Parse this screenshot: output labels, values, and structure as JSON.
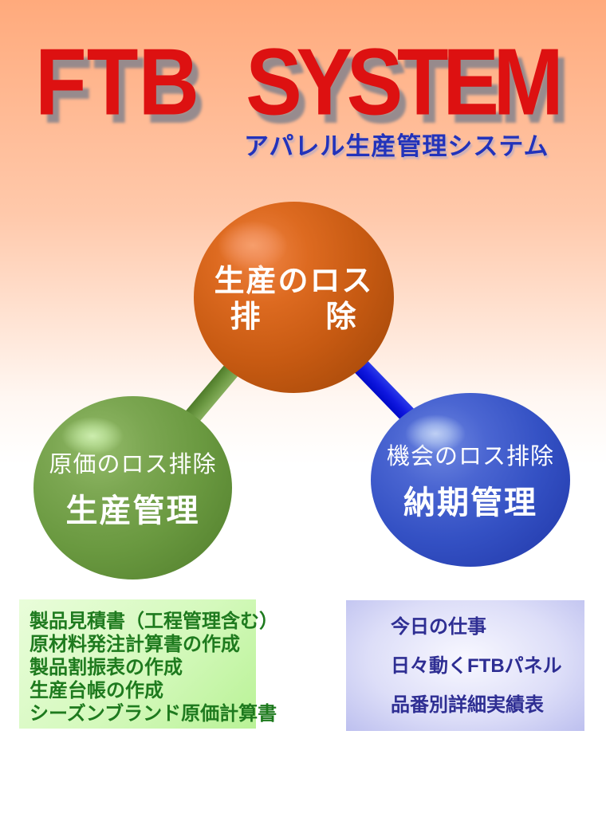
{
  "title": {
    "brand": "FTB",
    "product": "SYSTEM",
    "subtitle": "アパレル生産管理システム"
  },
  "diagram": {
    "production": {
      "line1": "生産のロス",
      "line2": "排　　除"
    },
    "cost": {
      "caption": "原価のロス排除",
      "name": "生産管理"
    },
    "delivery": {
      "caption": "機会のロス排除",
      "name": "納期管理"
    }
  },
  "panels": {
    "production_menu": {
      "items": [
        "製品見積書（工程管理含む）",
        "原材料発注計算書の作成",
        "製品割振表の作成",
        "生産台帳の作成",
        "シーズンブランド原価計算書"
      ]
    },
    "delivery_menu": {
      "items": [
        "今日の仕事",
        "日々動くFTBパネル",
        "品番別詳細実績表"
      ]
    }
  },
  "colors": {
    "title-red": "#dd1111",
    "subtitle-blue": "#2233bb",
    "sphere-orange": "#c75a12",
    "sphere-orange-dark": "#9c4407",
    "sphere-green": "#6a9940",
    "sphere-green-dark": "#4f7c2a",
    "sphere-blue": "#3451c4",
    "sphere-blue-dark": "#1f35a6",
    "connector-blue": "#1018e0",
    "panel-green-from": "#e9fdda",
    "panel-green-to": "#b9f296",
    "panel-green-text": "#1e7a1e",
    "panel-blue-center": "#f8f8ff",
    "panel-blue-edge": "#a8ace9",
    "panel-blue-text": "#2e2e93"
  }
}
